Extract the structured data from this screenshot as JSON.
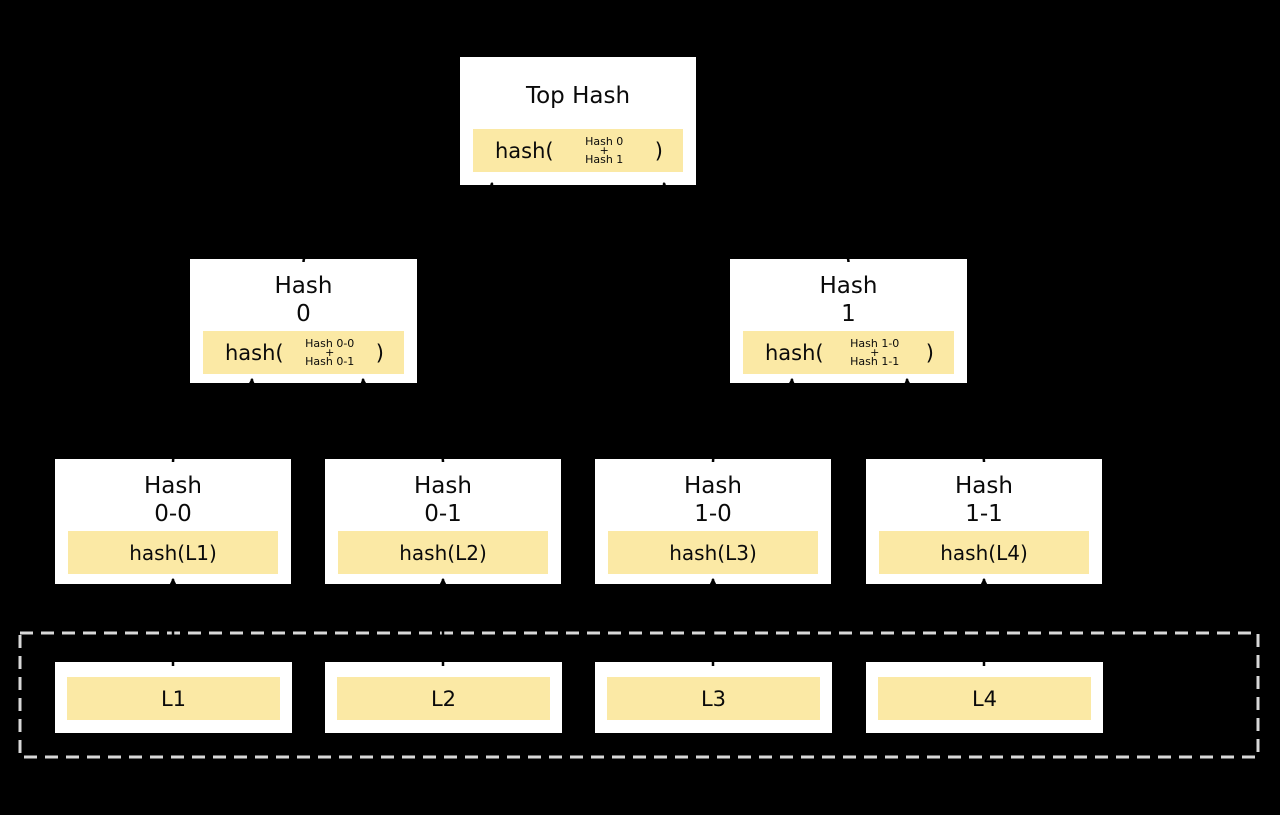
{
  "theme": {
    "background": "#000000",
    "node_fill": "#ffffff",
    "highlight_fill": "#fbe9a5",
    "text_color": "#0a0a0a",
    "arrow_color": "#000000",
    "dashed_border_color": "#d8d8d8"
  },
  "nodes": {
    "top": {
      "title": "Top Hash",
      "expr_open": "hash(",
      "operand_a": "Hash 0",
      "operator": "+",
      "operand_b": "Hash 1",
      "expr_close": ")"
    },
    "hash0": {
      "title_line1": "Hash",
      "title_line2": "0",
      "expr_open": "hash(",
      "operand_a": "Hash 0-0",
      "operator": "+",
      "operand_b": "Hash 0-1",
      "expr_close": ")"
    },
    "hash1": {
      "title_line1": "Hash",
      "title_line2": "1",
      "expr_open": "hash(",
      "operand_a": "Hash 1-0",
      "operator": "+",
      "operand_b": "Hash 1-1",
      "expr_close": ")"
    },
    "leaves": [
      {
        "title_line1": "Hash",
        "title_line2": "0-0",
        "value": "hash(L1)"
      },
      {
        "title_line1": "Hash",
        "title_line2": "0-1",
        "value": "hash(L2)"
      },
      {
        "title_line1": "Hash",
        "title_line2": "1-0",
        "value": "hash(L3)"
      },
      {
        "title_line1": "Hash",
        "title_line2": "1-1",
        "value": "hash(L4)"
      }
    ],
    "blocks": [
      {
        "label": "L1"
      },
      {
        "label": "L2"
      },
      {
        "label": "L3"
      },
      {
        "label": "L4"
      }
    ]
  }
}
